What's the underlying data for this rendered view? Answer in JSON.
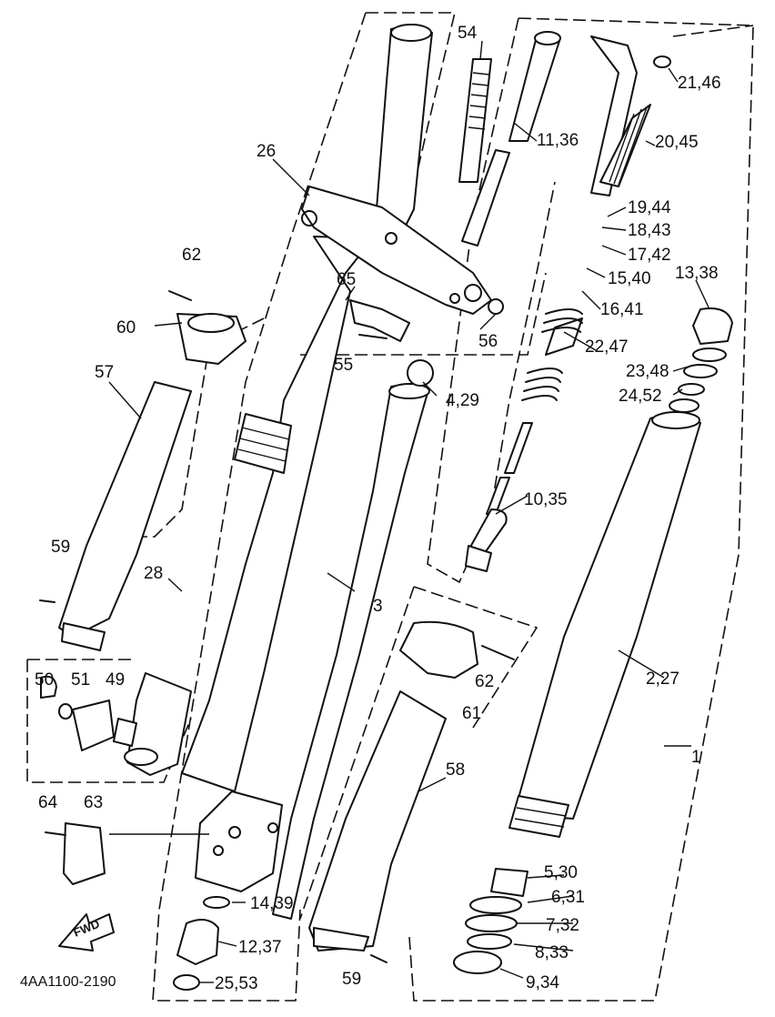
{
  "diagram": {
    "drawing_code": "4AA1100-2190",
    "direction_arrow_text": "FWD",
    "callouts": [
      {
        "id": "c54",
        "text": "54"
      },
      {
        "id": "c11",
        "text": "11,36"
      },
      {
        "id": "c21",
        "text": "21,46"
      },
      {
        "id": "c20",
        "text": "20,45"
      },
      {
        "id": "c26",
        "text": "26"
      },
      {
        "id": "c19",
        "text": "19,44"
      },
      {
        "id": "c18",
        "text": "18,43"
      },
      {
        "id": "c17",
        "text": "17,42"
      },
      {
        "id": "c62a",
        "text": "62"
      },
      {
        "id": "c15",
        "text": "15,40"
      },
      {
        "id": "c13",
        "text": "13,38"
      },
      {
        "id": "c65",
        "text": "65"
      },
      {
        "id": "c16",
        "text": "16,41"
      },
      {
        "id": "c60",
        "text": "60"
      },
      {
        "id": "c56",
        "text": "56"
      },
      {
        "id": "c22",
        "text": "22,47"
      },
      {
        "id": "c55",
        "text": "55"
      },
      {
        "id": "c23",
        "text": "23,48"
      },
      {
        "id": "c57",
        "text": "57"
      },
      {
        "id": "c4",
        "text": "4,29"
      },
      {
        "id": "c24",
        "text": "24,52"
      },
      {
        "id": "c10",
        "text": "10,35"
      },
      {
        "id": "c59a",
        "text": "59"
      },
      {
        "id": "c28",
        "text": "28"
      },
      {
        "id": "c3",
        "text": "3"
      },
      {
        "id": "c50",
        "text": "50"
      },
      {
        "id": "c51",
        "text": "51"
      },
      {
        "id": "c49",
        "text": "49"
      },
      {
        "id": "c62b",
        "text": "62"
      },
      {
        "id": "c2",
        "text": "2,27"
      },
      {
        "id": "c61",
        "text": "61"
      },
      {
        "id": "c1",
        "text": "1"
      },
      {
        "id": "c58",
        "text": "58"
      },
      {
        "id": "c64",
        "text": "64"
      },
      {
        "id": "c63",
        "text": "63"
      },
      {
        "id": "c5",
        "text": "5,30"
      },
      {
        "id": "c6",
        "text": "6,31"
      },
      {
        "id": "c14",
        "text": "14,39"
      },
      {
        "id": "c7",
        "text": "7,32"
      },
      {
        "id": "c12",
        "text": "12,37"
      },
      {
        "id": "c8",
        "text": "8,33"
      },
      {
        "id": "c59b",
        "text": "59"
      },
      {
        "id": "c9",
        "text": "9,34"
      },
      {
        "id": "c25",
        "text": "25,53"
      }
    ]
  }
}
